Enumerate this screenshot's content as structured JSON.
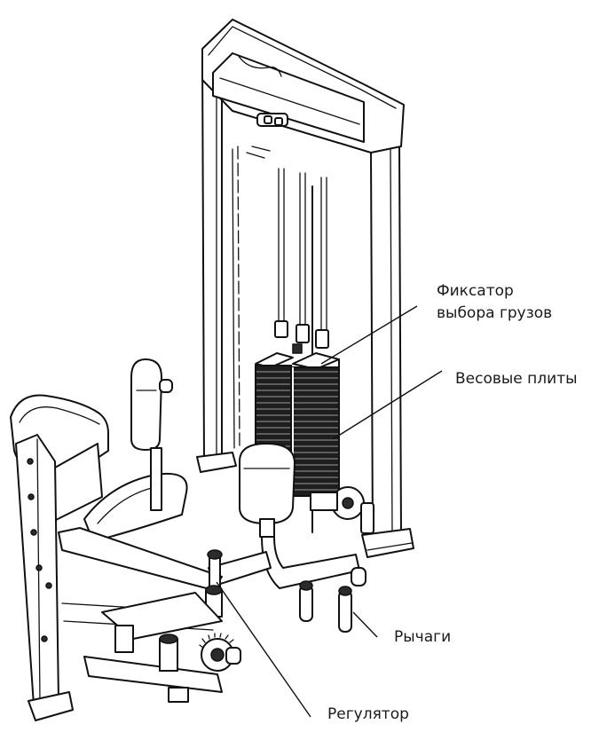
{
  "labels": {
    "selector_pin_line1": "Фиксатор",
    "selector_pin_line2": "выбора грузов",
    "weight_plates": "Весовые плиты",
    "levers": "Рычаги",
    "adjuster": "Регулятор"
  },
  "colors": {
    "ink": "#111111",
    "background": "#ffffff"
  }
}
